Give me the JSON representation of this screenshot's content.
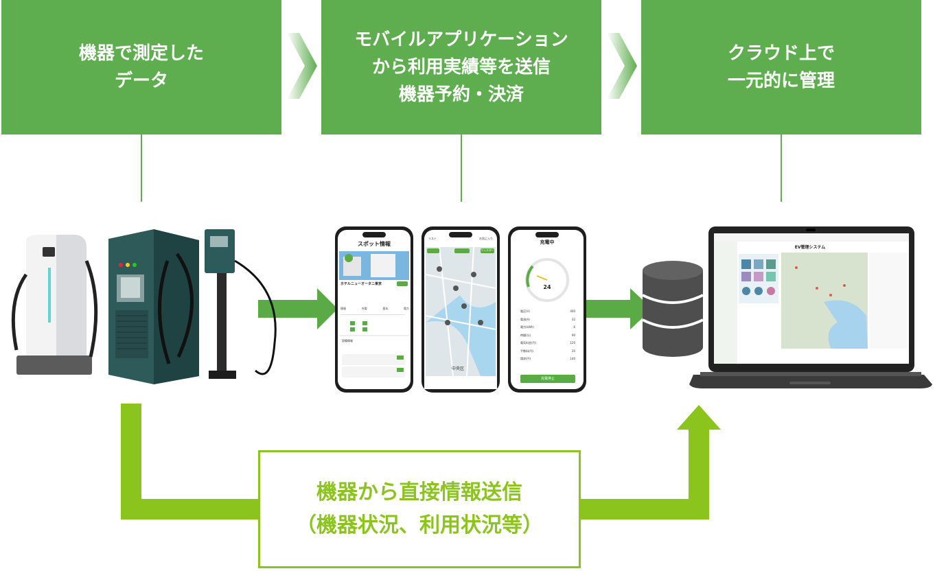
{
  "colors": {
    "box_green": "#5ead4f",
    "accent_lime": "#8cc41e",
    "arrow_green": "#5aaa45"
  },
  "steps": [
    {
      "text": "機器で測定した\nデータ"
    },
    {
      "text": "モバイルアプリケーション\nから利用実績等を送信\n機器予約・決済"
    },
    {
      "text": "クラウド上で\n一元的に管理"
    }
  ],
  "direct": {
    "text": "機器から直接情報送信\n（機器状況、利用状況等）"
  },
  "phones": {
    "spot": {
      "title": "スポット情報",
      "place": "ホテルニューオータニ東京",
      "tags": [
        "情報",
        "充電",
        "基本",
        "電力"
      ],
      "section": "設備情報"
    },
    "map": {
      "tab_list": "リスト",
      "tab_fav": "お気に入り",
      "filter": "フィルター",
      "area": "中央区"
    },
    "charging": {
      "title": "充電中",
      "gauge_value": "24",
      "rows": [
        {
          "label": "電圧(V)",
          "value": "400"
        },
        {
          "label": "電流(A)",
          "value": "32"
        },
        {
          "label": "電力(kWh)",
          "value": "6"
        },
        {
          "label": "時間(分)",
          "value": "90"
        },
        {
          "label": "電気料金(円)",
          "value": "120"
        },
        {
          "label": "手数料(円)",
          "value": "20"
        },
        {
          "label": "請求(円)",
          "value": "140"
        }
      ],
      "stop_button": "充電停止"
    }
  },
  "laptop": {
    "title": "EV管理システム"
  },
  "icons": {
    "chargers": "ev-charger-icon",
    "database": "database-icon",
    "laptop": "laptop-icon"
  }
}
